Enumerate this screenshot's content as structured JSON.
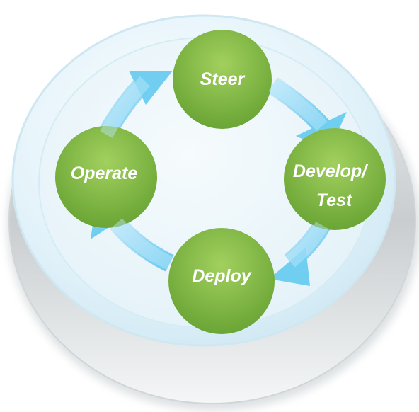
{
  "diagram": {
    "nodes": [
      {
        "id": "steer",
        "lines": [
          "Steer"
        ]
      },
      {
        "id": "develop-test",
        "lines": [
          "Develop/",
          "Test"
        ]
      },
      {
        "id": "deploy",
        "lines": [
          "Deploy"
        ]
      },
      {
        "id": "operate",
        "lines": [
          "Operate"
        ]
      }
    ],
    "colors": {
      "node": "#7cb342",
      "node_highlight": "#a6d46a",
      "arrow": "#5cc8f0",
      "arrow_light": "#c9ecfa",
      "button_top": "#e8f5fb",
      "button_side": "#d6dadc"
    }
  }
}
